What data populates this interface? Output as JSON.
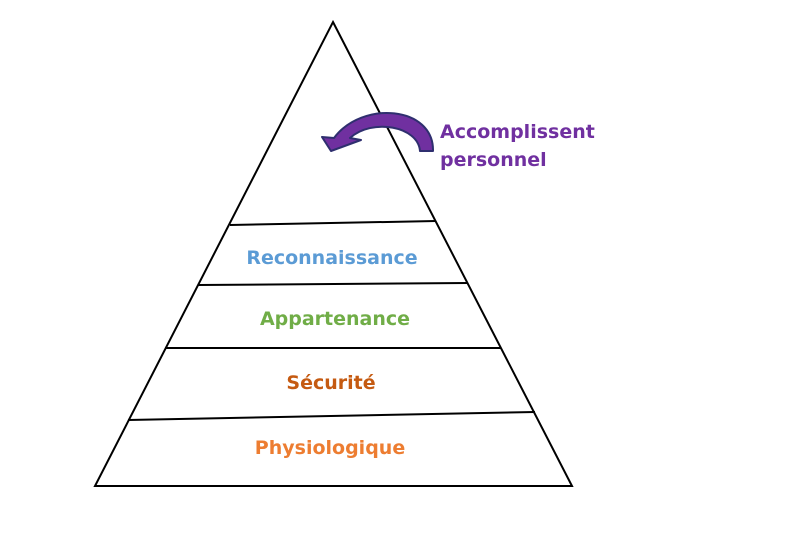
{
  "diagram": {
    "top_label": {
      "lines": [
        "Accomplissent",
        "personnel"
      ],
      "color": "#7030a0",
      "arrow_color": "#7030a0",
      "arrow_outline": "#2f2f6f"
    },
    "levels": [
      {
        "label": "Reconnaissance",
        "color": "#5b9bd5"
      },
      {
        "label": "Appartenance",
        "color": "#70ad47"
      },
      {
        "label": "Sécurité",
        "color": "#c55a11"
      },
      {
        "label": "Physiologique",
        "color": "#ed7d31"
      }
    ],
    "outline_color": "#000000"
  }
}
